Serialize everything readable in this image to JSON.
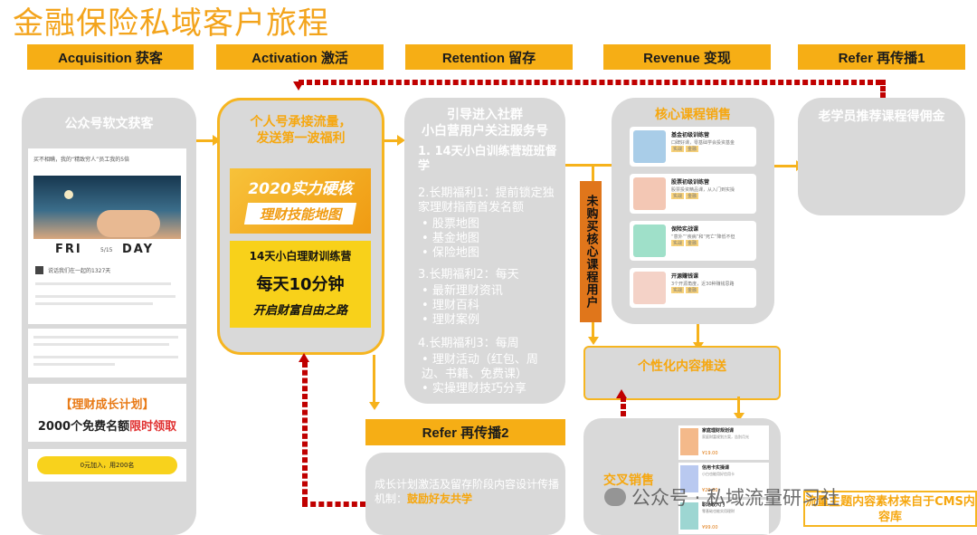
{
  "title": "金融保险私域客户旅程",
  "stages": [
    {
      "label": "Acquisition 获客"
    },
    {
      "label": "Activation 激活"
    },
    {
      "label": "Retention 留存"
    },
    {
      "label": "Revenue 变现"
    },
    {
      "label": "Refer 再传播1"
    }
  ],
  "col1": {
    "header": "公众号软文获客",
    "article_line": "买不相瞒，我的“精致穷人”员工我的5倍",
    "fri": "FRI",
    "date": "5/15",
    "day": "DAY",
    "author": "说话我们在一起的1327天",
    "plan_title": "【理财成长计划】",
    "plan_line_a": "2000个免费名额",
    "plan_line_b": "限时领取",
    "btn": "0元加入，用200名"
  },
  "col2": {
    "header": "个人号承接流量，发送第一波福利",
    "poster1_line1": "2020实力硬核",
    "poster1_line2": "理财技能地图",
    "poster2_line1": "14天小白理财训练营",
    "poster2_line2": "每天10分钟",
    "poster2_line3": "开启财富自由之路"
  },
  "col3": {
    "header": "引导进入社群\n小白营用户关注服务号",
    "item1": "1. 14天小白训练营班班督学",
    "item2": "2.长期福利1：提前锁定独家理财指南首发名额",
    "item2_bullets": [
      "股票地图",
      "基金地图",
      "保险地图"
    ],
    "item3": "3.长期福利2：每天",
    "item3_bullets": [
      "最新理财资讯",
      "理财百科",
      "理财案例"
    ],
    "item4": "4.长期福利3：每周",
    "item4_bullets": [
      "理财活动（红包、周边、书籍、免费课）",
      "实操理财技巧分享"
    ]
  },
  "side_label": "未购买核心课程用户",
  "col4": {
    "header": "核心课程销售",
    "courses": [
      {
        "title": "基金初级训练营",
        "sub": "口碑好课，零基础学会投资基金",
        "tags": [
          "实战",
          "金融"
        ]
      },
      {
        "title": "股票初级训练营",
        "sub": "股票投资精品课，从入门到实操",
        "tags": [
          "实战",
          "金融"
        ]
      },
      {
        "title": "保险实战课",
        "sub": "“意外”“疾病”和“死亡”降低不但",
        "tags": [
          "实战",
          "金融"
        ]
      },
      {
        "title": "开源赚钱课",
        "sub": "3个开源角度，近30种赚钱思路",
        "tags": [
          "实战",
          "金融"
        ]
      }
    ],
    "personal": "个性化内容推送",
    "cross": "交叉销售",
    "cross_courses": [
      {
        "title": "家庭理财规划课",
        "sub": "家庭财富规划方案，告别月光",
        "price": "¥19.00"
      },
      {
        "title": "信用卡实操课",
        "sub": "小白也能用好信用卡",
        "price": "¥29.00"
      },
      {
        "title": "职场收入门",
        "sub": "零基础也能实用理财",
        "price": "¥99.00"
      }
    ]
  },
  "col5": {
    "header": "老学员推荐课程得佣金",
    "cms": "流量主题内容素材来自于CMS内容库"
  },
  "refer2": {
    "label": "Refer 再传播2",
    "text_a": "成长计划激活及留存阶段内容设计传播机制：",
    "text_b": "鼓励好友共学"
  },
  "watermark": "公众号 · 私域流量研习社",
  "colors": {
    "accent": "#f6ae15",
    "red_dash": "#c00000",
    "grey": "#d9d9d9"
  }
}
